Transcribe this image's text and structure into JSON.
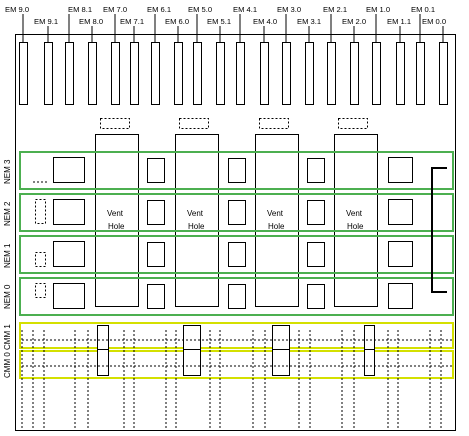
{
  "em_labels": {
    "em90": "EM 9.0",
    "em91": "EM 9.1",
    "em81": "EM 8.1",
    "em80": "EM 8.0",
    "em70": "EM 7.0",
    "em71": "EM 7.1",
    "em61": "EM 6.1",
    "em60": "EM 6.0",
    "em50": "EM 5.0",
    "em51": "EM 5.1",
    "em41": "EM 4.1",
    "em40": "EM 4.0",
    "em30": "EM 3.0",
    "em31": "EM 3.1",
    "em21": "EM 2.1",
    "em20": "EM 2.0",
    "em10": "EM 1.0",
    "em11": "EM 1.1",
    "em01": "EM 0.1",
    "em00": "EM 0.0"
  },
  "nem_labels": {
    "nem3": "NEM 3",
    "nem2": "NEM 2",
    "nem1": "NEM 1",
    "nem0": "NEM 0"
  },
  "cmm_labels": {
    "cmm1": "CMM 1",
    "cmm0": "CMM 0"
  },
  "vent_holes": [
    {
      "line1": "Vent",
      "line2": "Hole"
    },
    {
      "line1": "Vent",
      "line2": "Hole"
    },
    {
      "line1": "Vent",
      "line2": "Hole"
    },
    {
      "line1": "Vent",
      "line2": "Hole"
    }
  ],
  "colors": {
    "nem_border": "#4caf50",
    "cmm_border": "#d4e000",
    "line": "#000000"
  }
}
